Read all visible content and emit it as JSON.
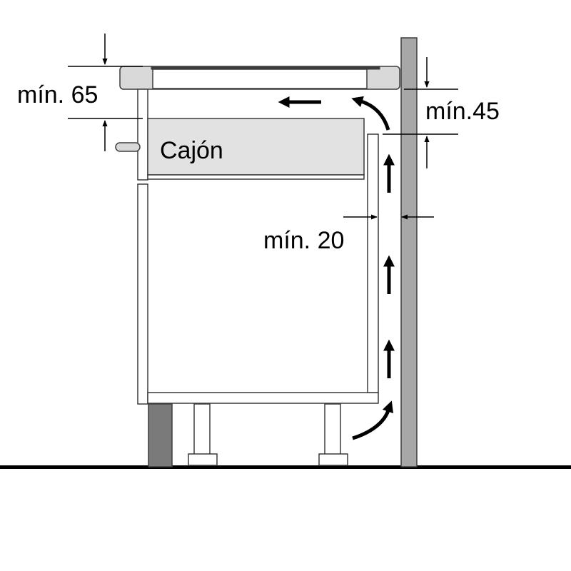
{
  "labels": {
    "drawer": "Cajón",
    "min_top": "mín. 65",
    "min_right": "mín.45",
    "min_gap": "mín. 20"
  },
  "colors": {
    "outline": "#3c3c3c",
    "panel_fill": "#ffffff",
    "drawer_fill": "#e2e2e2",
    "hob_fill": "#d9d9d9",
    "wall_fill": "#a7a7a7",
    "plinth_fill": "#7a7a7a",
    "arrow": "#000000"
  }
}
